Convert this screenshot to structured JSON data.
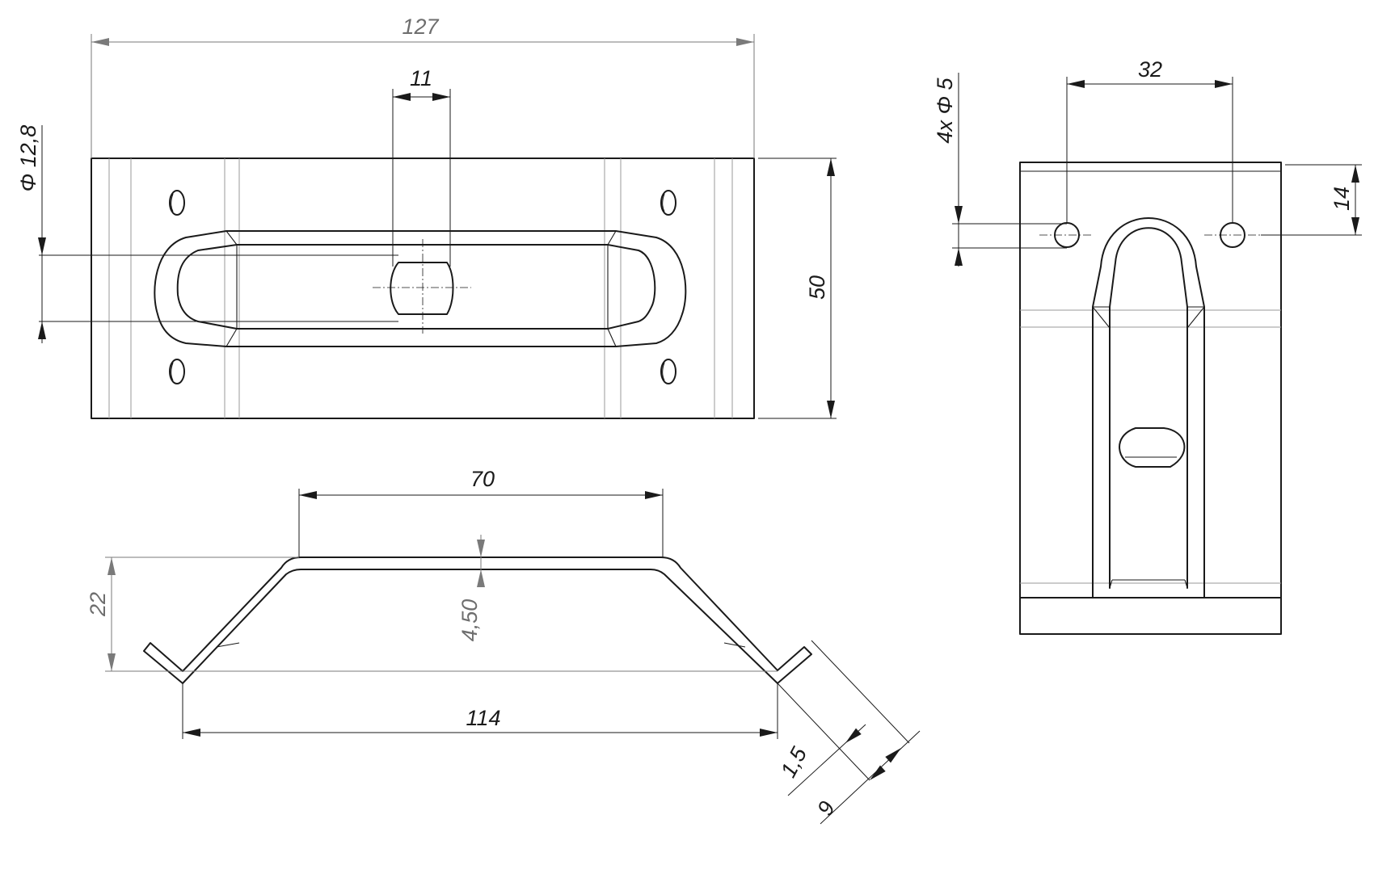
{
  "views": {
    "top": {
      "overall_length": "127",
      "overall_width": "50",
      "slot_width": "11",
      "hole_diameter": "Φ 12,8"
    },
    "side": {
      "flat_length": "70",
      "base_length": "114",
      "height": "22",
      "offset": "4,50",
      "thickness": "1,5",
      "flange": "9"
    },
    "end": {
      "hole_spacing": "32",
      "hole_callout": "4x Φ 5",
      "hole_offset": "14"
    }
  }
}
